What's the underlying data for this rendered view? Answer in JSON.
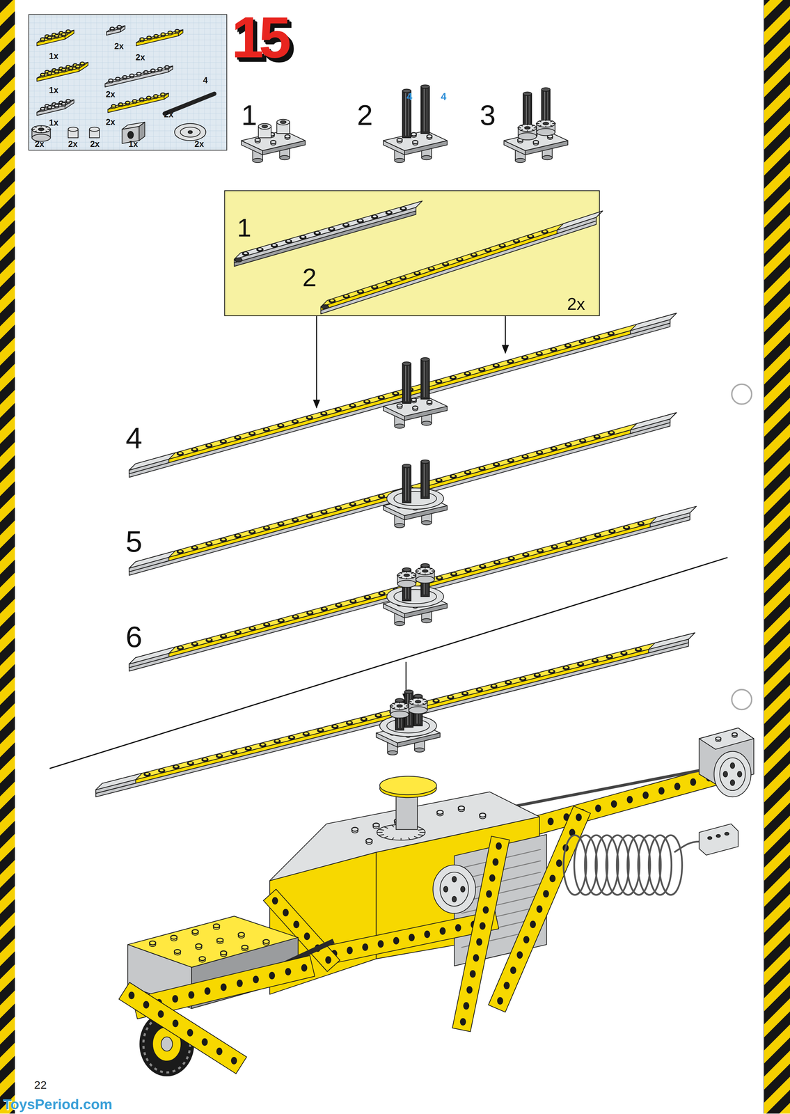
{
  "diagram": {
    "nodes": [
      {
        "text": [
          "1x",
          "2x",
          "2x",
          "1x",
          "2x",
          "4",
          "1x",
          "2x",
          "2x",
          "2x",
          "2x",
          "2x",
          "1x",
          "2x"
        ]
      },
      {
        "text": [
          "1",
          "2",
          "2x"
        ]
      }
    ],
    "labels": [
      "15",
      "1",
      "2",
      "4",
      "4",
      "3",
      "4",
      "5",
      "6",
      "22",
      "ToysPeriod.com"
    ]
  }
}
